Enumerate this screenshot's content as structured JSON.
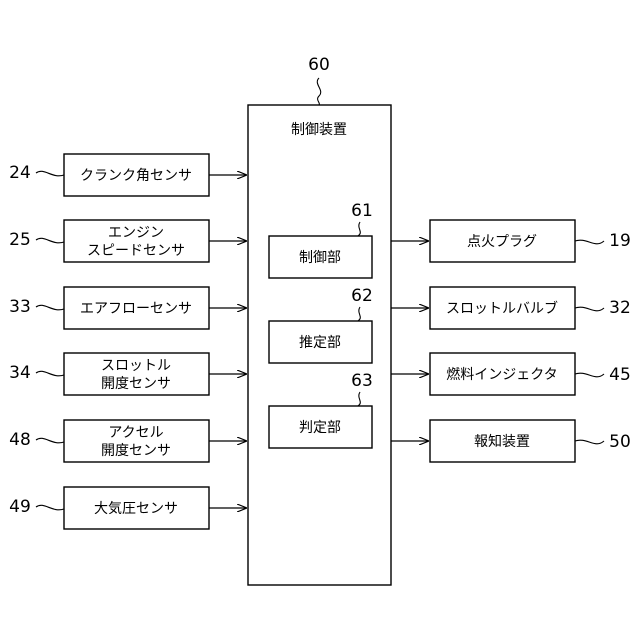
{
  "controller": {
    "ref": "60",
    "title": "制御装置"
  },
  "inner_units": [
    {
      "ref": "61",
      "label": "制御部"
    },
    {
      "ref": "62",
      "label": "推定部"
    },
    {
      "ref": "63",
      "label": "判定部"
    }
  ],
  "inputs": [
    {
      "ref": "24",
      "lines": [
        "クランク角センサ"
      ]
    },
    {
      "ref": "25",
      "lines": [
        "エンジン",
        "スピードセンサ"
      ]
    },
    {
      "ref": "33",
      "lines": [
        "エアフローセンサ"
      ]
    },
    {
      "ref": "34",
      "lines": [
        "スロットル",
        "開度センサ"
      ]
    },
    {
      "ref": "48",
      "lines": [
        "アクセル",
        "開度センサ"
      ]
    },
    {
      "ref": "49",
      "lines": [
        "大気圧センサ"
      ]
    }
  ],
  "outputs": [
    {
      "ref": "19",
      "label": "点火プラグ"
    },
    {
      "ref": "32",
      "label": "スロットルバルブ"
    },
    {
      "ref": "45",
      "label": "燃料インジェクタ"
    },
    {
      "ref": "50",
      "label": "報知装置"
    }
  ]
}
